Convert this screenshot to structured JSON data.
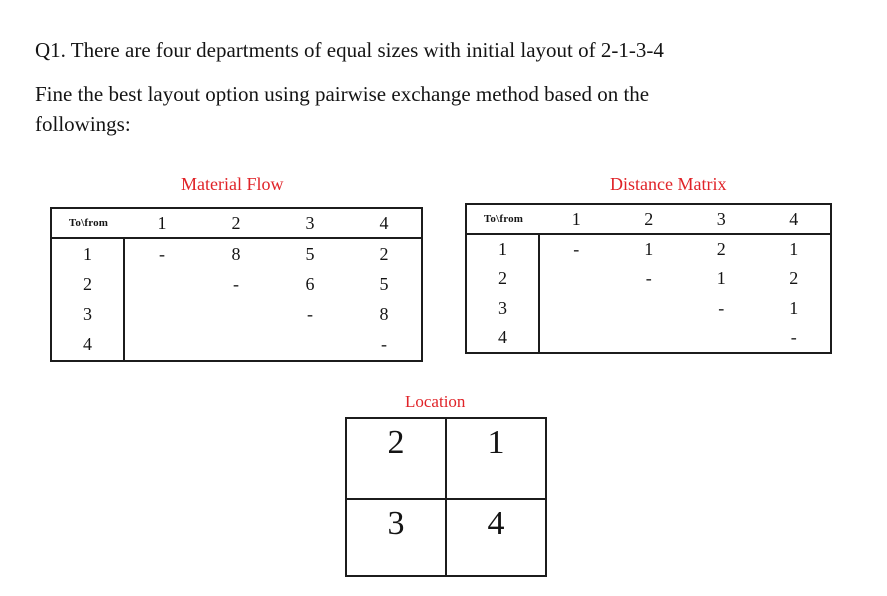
{
  "question": {
    "line1": "Q1. There are four departments of equal sizes with initial layout of 2-1-3-4",
    "body": "Fine the best layout option using pairwise exchange method based on the followings:"
  },
  "material_flow": {
    "title": "Material Flow",
    "corner_label": "To\\from",
    "col_headers": [
      "1",
      "2",
      "3",
      "4"
    ],
    "rows": [
      {
        "label": "1",
        "cells": [
          "-",
          "8",
          "5",
          "2"
        ]
      },
      {
        "label": "2",
        "cells": [
          "",
          "-",
          "6",
          "5"
        ]
      },
      {
        "label": "3",
        "cells": [
          "",
          "",
          "-",
          "8"
        ]
      },
      {
        "label": "4",
        "cells": [
          "",
          "",
          "",
          "-"
        ]
      }
    ]
  },
  "distance_matrix": {
    "title": "Distance Matrix",
    "corner_label": "To\\from",
    "col_headers": [
      "1",
      "2",
      "3",
      "4"
    ],
    "rows": [
      {
        "label": "1",
        "cells": [
          "-",
          "1",
          "2",
          "1"
        ]
      },
      {
        "label": "2",
        "cells": [
          "",
          "-",
          "1",
          "2"
        ]
      },
      {
        "label": "3",
        "cells": [
          "",
          "",
          "-",
          "1"
        ]
      },
      {
        "label": "4",
        "cells": [
          "",
          "",
          "",
          "-"
        ]
      }
    ]
  },
  "location": {
    "title": "Location",
    "cells": [
      [
        "2",
        "1"
      ],
      [
        "3",
        "4"
      ]
    ]
  },
  "colors": {
    "title_red": "#e02328",
    "text_black": "#141414",
    "border": "#1c1c1c"
  }
}
